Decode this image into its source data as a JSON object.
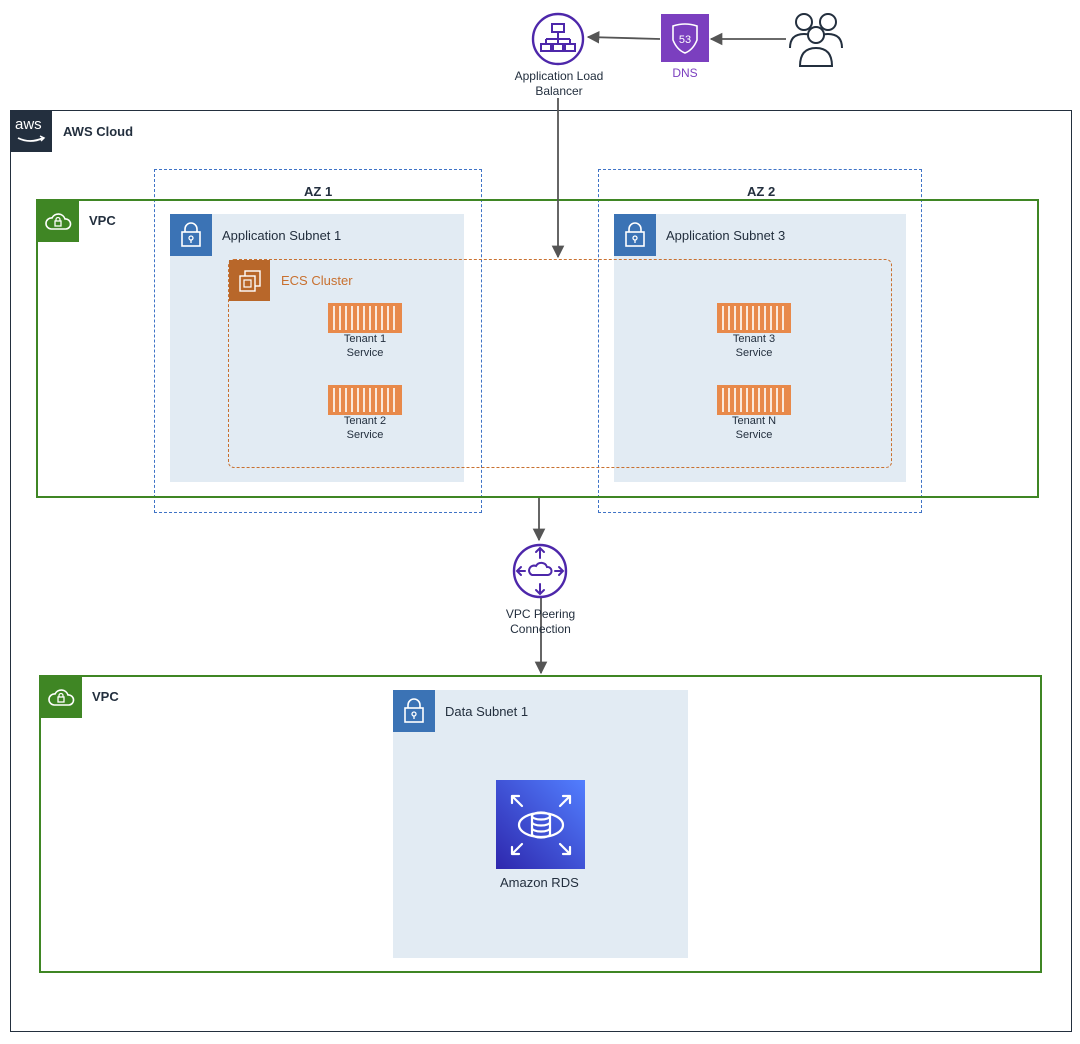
{
  "top": {
    "alb_label": "Application Load Balancer",
    "dns_label": "DNS",
    "users_icon": "users-icon"
  },
  "cloud": {
    "label": "AWS Cloud",
    "logo_text": "aws"
  },
  "vpc_app": {
    "label": "VPC",
    "az1": "AZ 1",
    "az2": "AZ 2",
    "subnet1": "Application Subnet 1",
    "subnet3": "Application Subnet 3",
    "ecs_label": "ECS Cluster",
    "tenants": [
      {
        "line1": "Tenant 1",
        "line2": "Service"
      },
      {
        "line1": "Tenant 2",
        "line2": "Service"
      },
      {
        "line1": "Tenant 3",
        "line2": "Service"
      },
      {
        "line1": "Tenant N",
        "line2": "Service"
      }
    ]
  },
  "peering": {
    "label": "VPC Peering Connection"
  },
  "vpc_data": {
    "label": "VPC",
    "subnet": "Data Subnet 1",
    "rds_label": "Amazon RDS"
  },
  "colors": {
    "vpc_border": "#3f8624",
    "az_border": "#3f73c6",
    "subnet_fill": "#e2ebf3",
    "subnet_badge": "#3b73b5",
    "ecs_accent": "#c8702f",
    "purple": "#4d27aa",
    "aws_dark": "#232f3e"
  }
}
